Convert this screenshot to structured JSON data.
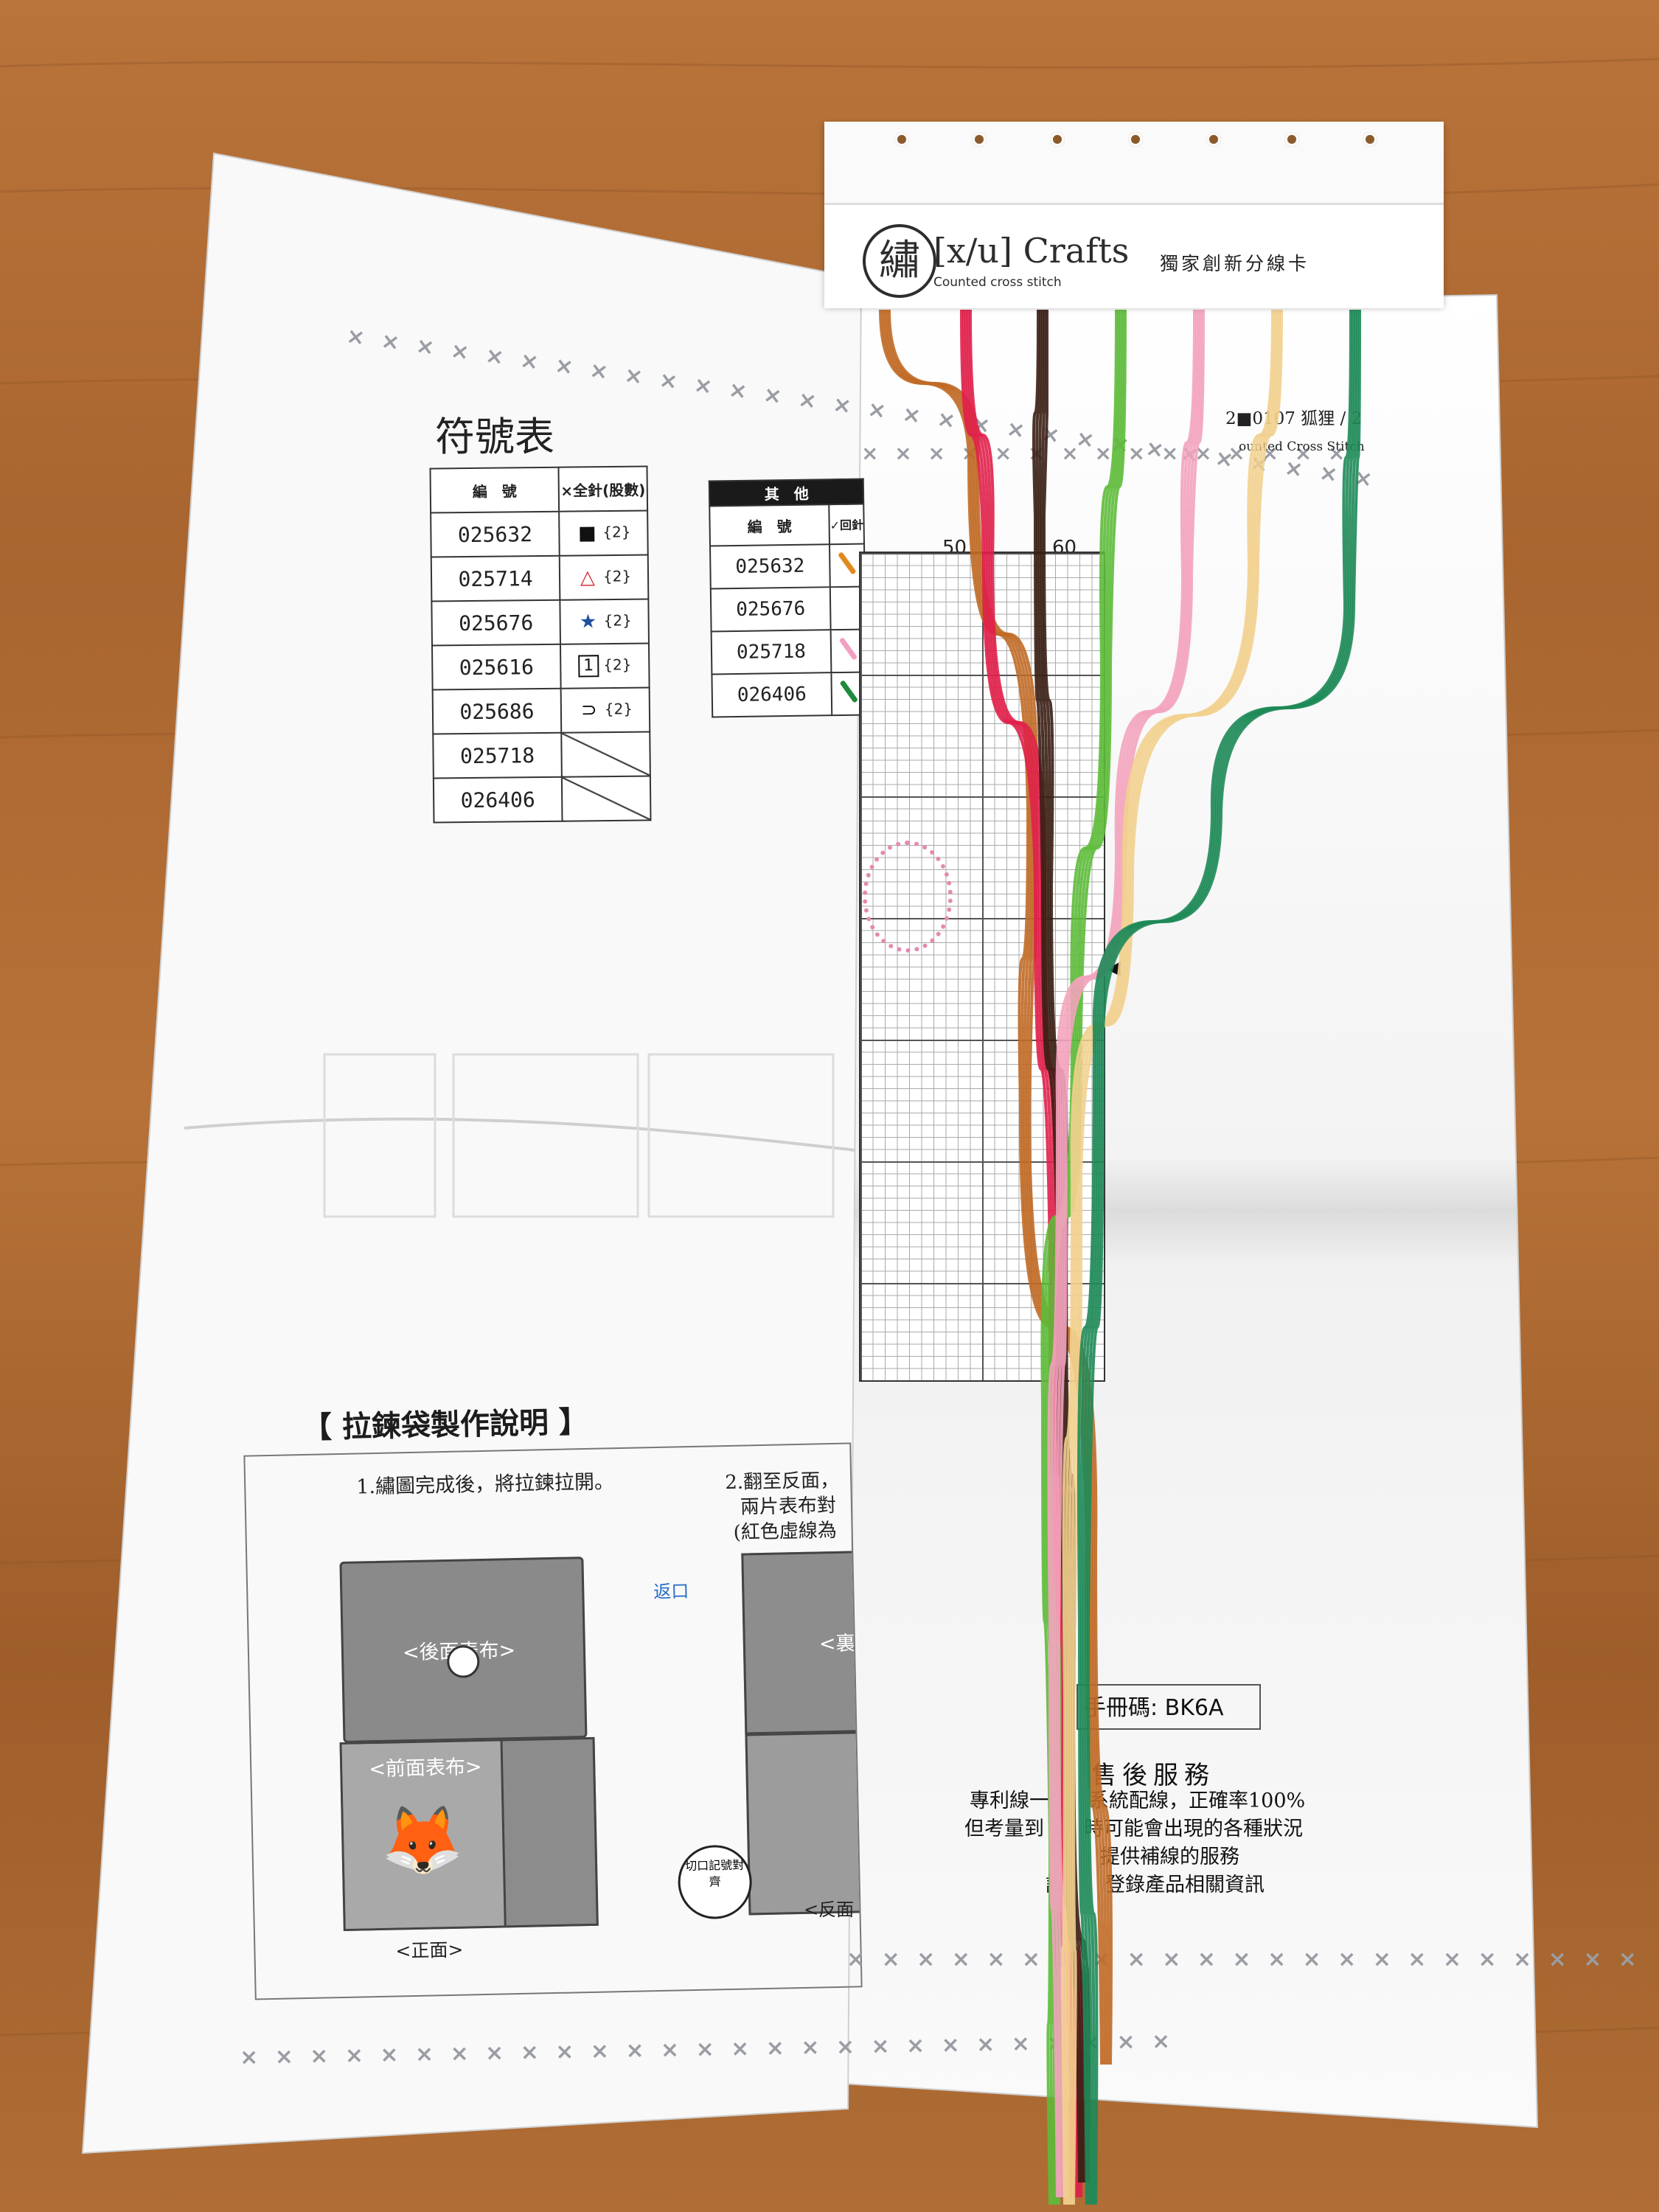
{
  "symbol_chart": {
    "title": "符號表",
    "headers": {
      "code": "編　號",
      "full_stitch": "×全針(股數)"
    },
    "rows": [
      {
        "code": "025632",
        "symbol": "■",
        "color": "#111111",
        "strands": "{2}"
      },
      {
        "code": "025714",
        "symbol": "△",
        "color": "#d62a3a",
        "strands": "{2}"
      },
      {
        "code": "025676",
        "symbol": "★",
        "color": "#1f4fa0",
        "strands": "{2}"
      },
      {
        "code": "025616",
        "symbol": "1",
        "color": "#111111",
        "strands": "{2}"
      },
      {
        "code": "025686",
        "symbol": "⊃",
        "color": "#111111",
        "strands": "{2}"
      },
      {
        "code": "025718",
        "symbol": "",
        "color": "",
        "strands": ""
      },
      {
        "code": "026406",
        "symbol": "",
        "color": "",
        "strands": ""
      }
    ]
  },
  "other_chart": {
    "title": "其　他",
    "headers": {
      "code": "編　號",
      "backstitch": "✓回針"
    },
    "rows": [
      {
        "code": "025632",
        "line_color": "#e08a1e"
      },
      {
        "code": "025676",
        "line_color": "#6fc13a"
      },
      {
        "code": "025718",
        "line_color": "#f2a0c0"
      },
      {
        "code": "026406",
        "line_color": "#1e8a3c"
      }
    ]
  },
  "zipper_guide": {
    "title": "【 拉鍊袋製作說明 】",
    "step1": "1.繡圖完成後，將拉鍊拉開。",
    "step2_line1": "2.翻至反面，",
    "step2_line2": "兩片表布對",
    "step2_line3": "(紅色虛線為",
    "back_fabric": "<後面表布>",
    "front_fabric": "<前面表布>",
    "front_side": "<正面>",
    "return_opening": "返口",
    "notch_note": "切口記號對齊",
    "inside": "<裏",
    "reverse": "<反面"
  },
  "pattern_sheet": {
    "kit_code_line": "2■0107 狐狸 / 2",
    "kit_sub_line": "ounted Cross Stitch",
    "grid_labels": [
      "50",
      "60"
    ],
    "manual_code_label": "手冊碼: BK6A",
    "after_sales_title": "售後服務",
    "service_lines": [
      "專利線一　　系統配線，正確率100%",
      "但考量到　　時可能會出現的各種狀況",
      "　　提供補線的服務",
      "請　　登錄產品相關資訊"
    ]
  },
  "thread_card": {
    "brand_seal": "繡",
    "brand_name": "[x/u] Crafts",
    "brand_tagline": "Counted cross stitch",
    "caption": "獨家創新分線卡"
  },
  "threads": [
    {
      "name": "orange-brown",
      "color": "#c06a26"
    },
    {
      "name": "red",
      "color": "#e0204a"
    },
    {
      "name": "dark-brown",
      "color": "#3a1e14"
    },
    {
      "name": "light-green",
      "color": "#5dbb3a"
    },
    {
      "name": "pink",
      "color": "#f3a3bc"
    },
    {
      "name": "cream",
      "color": "#f2d08e"
    },
    {
      "name": "dark-green",
      "color": "#1e8a58"
    }
  ]
}
